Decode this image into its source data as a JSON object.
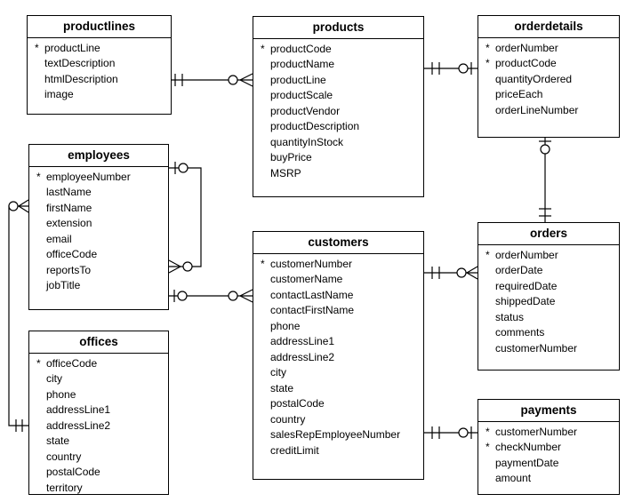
{
  "diagram": {
    "type": "entity-relationship",
    "notation": "crow's foot",
    "background_color": "#ffffff",
    "line_color": "#000000",
    "text_color": "#000000",
    "primary_key_marker": "*"
  },
  "tables": {
    "productlines": {
      "title": "productlines",
      "fields": [
        {
          "marker": "*",
          "name": "productLine"
        },
        {
          "marker": "",
          "name": "textDescription"
        },
        {
          "marker": "",
          "name": "htmlDescription"
        },
        {
          "marker": "",
          "name": "image"
        }
      ]
    },
    "products": {
      "title": "products",
      "fields": [
        {
          "marker": "*",
          "name": "productCode"
        },
        {
          "marker": "",
          "name": "productName"
        },
        {
          "marker": "",
          "name": "productLine"
        },
        {
          "marker": "",
          "name": "productScale"
        },
        {
          "marker": "",
          "name": "productVendor"
        },
        {
          "marker": "",
          "name": "productDescription"
        },
        {
          "marker": "",
          "name": "quantityInStock"
        },
        {
          "marker": "",
          "name": "buyPrice"
        },
        {
          "marker": "",
          "name": "MSRP"
        }
      ]
    },
    "orderdetails": {
      "title": "orderdetails",
      "fields": [
        {
          "marker": "*",
          "name": "orderNumber"
        },
        {
          "marker": "*",
          "name": "productCode"
        },
        {
          "marker": "",
          "name": "quantityOrdered"
        },
        {
          "marker": "",
          "name": "priceEach"
        },
        {
          "marker": "",
          "name": "orderLineNumber"
        }
      ]
    },
    "employees": {
      "title": "employees",
      "fields": [
        {
          "marker": "*",
          "name": "employeeNumber"
        },
        {
          "marker": "",
          "name": "lastName"
        },
        {
          "marker": "",
          "name": "firstName"
        },
        {
          "marker": "",
          "name": "extension"
        },
        {
          "marker": "",
          "name": "email"
        },
        {
          "marker": "",
          "name": "officeCode"
        },
        {
          "marker": "",
          "name": "reportsTo"
        },
        {
          "marker": "",
          "name": "jobTitle"
        }
      ]
    },
    "customers": {
      "title": "customers",
      "fields": [
        {
          "marker": "*",
          "name": "customerNumber"
        },
        {
          "marker": "",
          "name": "customerName"
        },
        {
          "marker": "",
          "name": "contactLastName"
        },
        {
          "marker": "",
          "name": "contactFirstName"
        },
        {
          "marker": "",
          "name": "phone"
        },
        {
          "marker": "",
          "name": "addressLine1"
        },
        {
          "marker": "",
          "name": "addressLine2"
        },
        {
          "marker": "",
          "name": "city"
        },
        {
          "marker": "",
          "name": "state"
        },
        {
          "marker": "",
          "name": "postalCode"
        },
        {
          "marker": "",
          "name": "country"
        },
        {
          "marker": "",
          "name": "salesRepEmployeeNumber"
        },
        {
          "marker": "",
          "name": "creditLimit"
        }
      ]
    },
    "orders": {
      "title": "orders",
      "fields": [
        {
          "marker": "*",
          "name": "orderNumber"
        },
        {
          "marker": "",
          "name": "orderDate"
        },
        {
          "marker": "",
          "name": "requiredDate"
        },
        {
          "marker": "",
          "name": "shippedDate"
        },
        {
          "marker": "",
          "name": "status"
        },
        {
          "marker": "",
          "name": "comments"
        },
        {
          "marker": "",
          "name": "customerNumber"
        }
      ]
    },
    "offices": {
      "title": "offices",
      "fields": [
        {
          "marker": "*",
          "name": "officeCode"
        },
        {
          "marker": "",
          "name": "city"
        },
        {
          "marker": "",
          "name": "phone"
        },
        {
          "marker": "",
          "name": "addressLine1"
        },
        {
          "marker": "",
          "name": "addressLine2"
        },
        {
          "marker": "",
          "name": "state"
        },
        {
          "marker": "",
          "name": "country"
        },
        {
          "marker": "",
          "name": "postalCode"
        },
        {
          "marker": "",
          "name": "territory"
        }
      ]
    },
    "payments": {
      "title": "payments",
      "fields": [
        {
          "marker": "*",
          "name": "customerNumber"
        },
        {
          "marker": "*",
          "name": "checkNumber"
        },
        {
          "marker": "",
          "name": "paymentDate"
        },
        {
          "marker": "",
          "name": "amount"
        }
      ]
    }
  },
  "relationships": [
    {
      "from": "productlines",
      "to": "products",
      "from_end_symbol": "double-tick (one and only one)",
      "to_end_symbol": "circle + crow's foot (zero or many)"
    },
    {
      "from": "products",
      "to": "orderdetails",
      "from_end_symbol": "double-tick (one and only one)",
      "to_end_symbol": "circle + tick (zero or one)"
    },
    {
      "from": "orders",
      "to": "orderdetails",
      "from_end_symbol": "double-tick (one and only one)",
      "to_end_symbol": "tick + circle (zero or one)"
    },
    {
      "from": "employees",
      "to": "employees",
      "from_end_symbol": "tick + circle (zero or one)",
      "to_end_symbol": "crow's foot + circle (zero or many)",
      "note_visible": ""
    },
    {
      "from": "employees",
      "to": "customers",
      "from_end_symbol": "tick + circle (zero or one)",
      "to_end_symbol": "circle + crow's foot (zero or many)"
    },
    {
      "from": "offices",
      "to": "employees",
      "from_end_symbol": "double-tick (one and only one)",
      "to_end_symbol": "circle + crow's foot (zero or many)"
    },
    {
      "from": "customers",
      "to": "orders",
      "from_end_symbol": "double-tick (one and only one)",
      "to_end_symbol": "circle + crow's foot (zero or many)"
    },
    {
      "from": "customers",
      "to": "payments",
      "from_end_symbol": "double-tick (one and only one)",
      "to_end_symbol": "circle + tick (zero or one)"
    }
  ]
}
